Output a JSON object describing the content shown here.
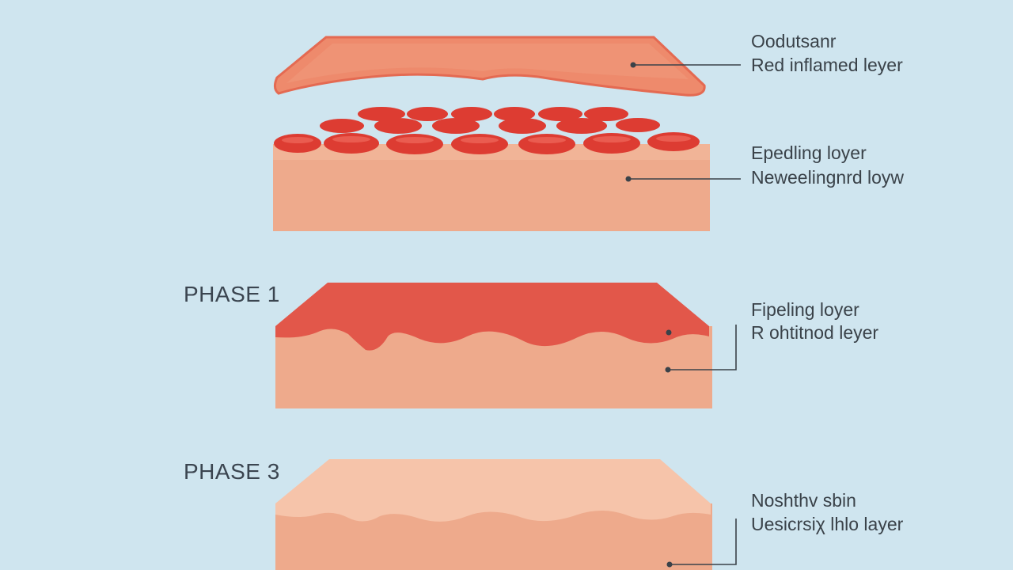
{
  "colors": {
    "background": "#cfe5ef",
    "inflamed_top": "#ee8a6c",
    "inflamed_edge": "#e46a52",
    "red_cell": "#dd3c32",
    "red_cell_highlight": "#ef6a5c",
    "skin": "#eeaa8c",
    "skin_light": "#f6c4aa",
    "phase_red": "#e2574a",
    "leader_line": "#3a4249"
  },
  "phases": {
    "phase1": "PHASE 1",
    "phase3": "PHASE 3"
  },
  "labels": {
    "top_line1": "Oodutsanr",
    "top_line2": "Red inflamed leyer",
    "cells_line1": "Epedling loyer",
    "cells_line2": "Neweelingnrd loyw",
    "phase1_line1": "Fipeling loyer",
    "phase1_line2": "R  ohtitnod leyer",
    "phase3_line1": "Noshthv sbin",
    "phase3_line2": "Uesicrsiχ lhlo layer"
  }
}
